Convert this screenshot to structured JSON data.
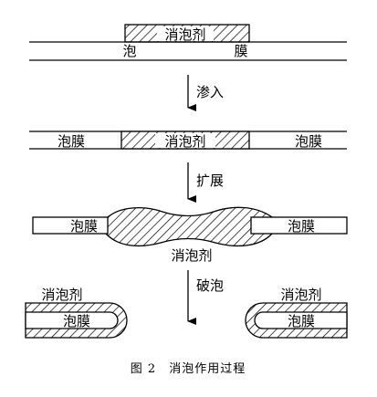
{
  "stage1": {
    "agent": "消泡剂",
    "film_left": "泡",
    "film_right": "膜"
  },
  "step1": "渗入",
  "stage2": {
    "left": "泡膜",
    "center": "消泡剂",
    "right": "泡膜"
  },
  "step2": "扩展",
  "stage3": {
    "left": "泡膜",
    "right": "泡膜",
    "agent": "消泡剂"
  },
  "step3": "破泡",
  "stage4": {
    "left_agent": "消泡剂",
    "left_film": "泡膜",
    "right_agent": "消泡剂",
    "right_film": "泡膜"
  },
  "caption": "图 2　消泡作用过程"
}
